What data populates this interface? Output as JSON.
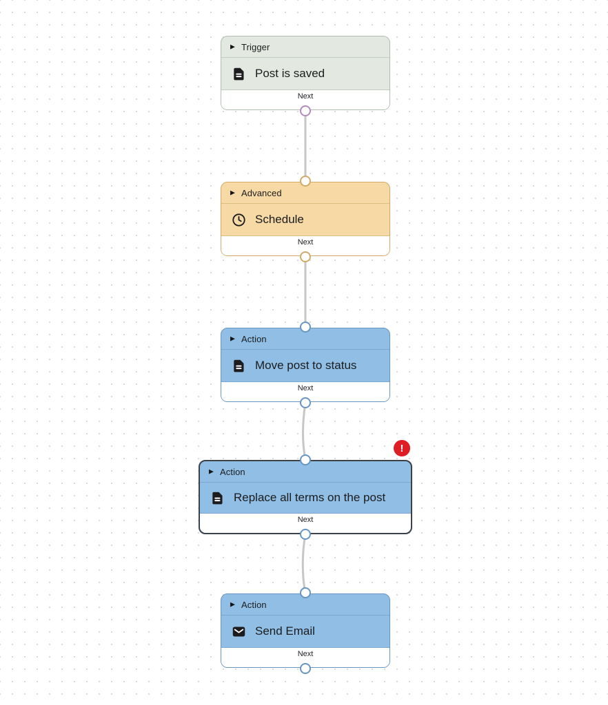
{
  "canvas": {
    "background": "#ffffff",
    "dot_color": "#d8d9dc",
    "connector_color": "#c6c6c6"
  },
  "nodes": [
    {
      "category": "Trigger",
      "label": "Post is saved",
      "icon": "document-icon",
      "footer_label": "Next",
      "has_input_port": false,
      "has_output_port": true,
      "error": false,
      "selected": false,
      "colors": {
        "background": "#e3e9e0",
        "border": "#b2beb1",
        "divider": "#c2cdc0",
        "port": "#b18bb9"
      }
    },
    {
      "category": "Advanced",
      "label": "Schedule",
      "icon": "clock-icon",
      "footer_label": "Next",
      "has_input_port": true,
      "has_output_port": true,
      "error": false,
      "selected": false,
      "colors": {
        "background": "#f6d9a4",
        "border": "#d0aa66",
        "divider": "#ddbd7e",
        "port": "#d0aa66"
      }
    },
    {
      "category": "Action",
      "label": "Move post to status",
      "icon": "document-icon",
      "footer_label": "Next",
      "has_input_port": true,
      "has_output_port": true,
      "error": false,
      "selected": false,
      "colors": {
        "background": "#90bee4",
        "border": "#6795c2",
        "divider": "#7aa6d0",
        "port": "#6795c2"
      }
    },
    {
      "category": "Action",
      "label": "Replace all terms on the post",
      "icon": "document-icon",
      "footer_label": "Next",
      "has_input_port": true,
      "has_output_port": true,
      "error": true,
      "selected": true,
      "colors": {
        "background": "#90bee4",
        "border": "#3b4148",
        "divider": "#7aa6d0",
        "port": "#6795c2"
      }
    },
    {
      "category": "Action",
      "label": "Send Email",
      "icon": "mail-icon",
      "footer_label": "Next",
      "has_input_port": true,
      "has_output_port": true,
      "error": false,
      "selected": false,
      "colors": {
        "background": "#90bee4",
        "border": "#6795c2",
        "divider": "#7aa6d0",
        "port": "#6795c2"
      }
    }
  ],
  "error_badge": {
    "symbol": "!",
    "background": "#de1d24",
    "color": "#ffffff"
  }
}
